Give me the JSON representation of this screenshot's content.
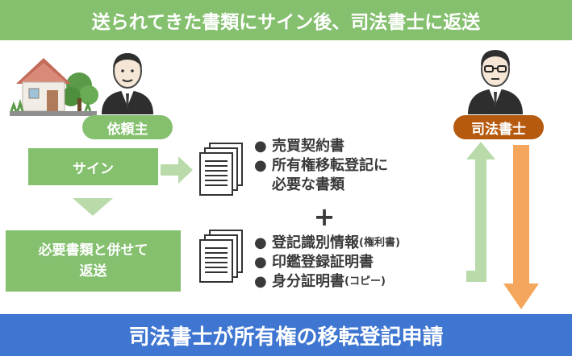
{
  "header": {
    "title": "送られてきた書類にサイン後、司法書士に返送"
  },
  "client": {
    "label": "依頼主"
  },
  "scrivener": {
    "label": "司法書士"
  },
  "steps": {
    "sign": "サイン",
    "send_line1": "必要書類と併せて",
    "send_line2": "返送"
  },
  "documents_group1": {
    "items": [
      "売買契約書",
      "所有権移転登記に",
      "必要な書類"
    ]
  },
  "documents_group2": {
    "items": [
      {
        "main": "登記識別情報",
        "note": "(権利書)"
      },
      {
        "main": "印鑑登録証明書",
        "note": ""
      },
      {
        "main": "身分証明書",
        "note": "(コピー)"
      }
    ]
  },
  "plus_sign": "+",
  "footer": {
    "title": "司法書士が所有権の移転登記申請"
  },
  "colors": {
    "green": "#85c06f",
    "light_green": "#b9dba9",
    "orange": "#f4a65c",
    "brown": "#b65a0f",
    "blue": "#3f76d1"
  }
}
